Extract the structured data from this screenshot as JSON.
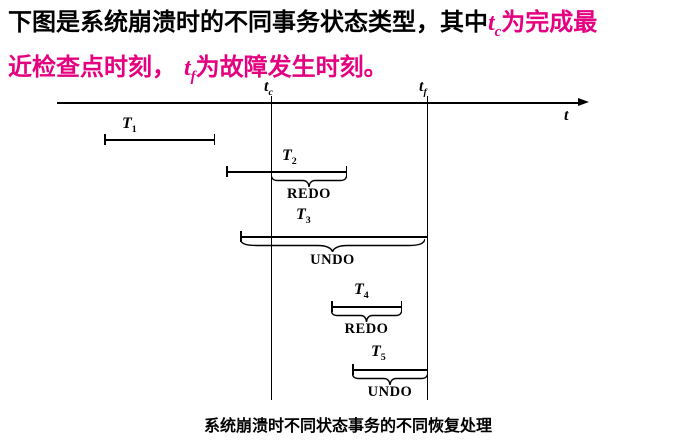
{
  "colors": {
    "accent": "#e5007f",
    "ink": "#000000"
  },
  "header": {
    "part1": "下图是系统崩溃时的不同事务状态类型，其中",
    "var1": "t",
    "var1_sub": "c",
    "part2": "为完成最",
    "part3": "近检查点时刻，",
    "var2": "t",
    "var2_sub": "f",
    "part4": "为故障发生时刻。"
  },
  "diagram": {
    "axis_label": "t",
    "checkpoint_label": "t",
    "checkpoint_sub": "c",
    "failure_label": "t",
    "failure_sub": "f",
    "transactions": [
      {
        "name": "T",
        "sub": "1",
        "action": ""
      },
      {
        "name": "T",
        "sub": "2",
        "action": "REDO"
      },
      {
        "name": "T",
        "sub": "3",
        "action": "UNDO"
      },
      {
        "name": "T",
        "sub": "4",
        "action": "REDO"
      },
      {
        "name": "T",
        "sub": "5",
        "action": "UNDO"
      }
    ]
  },
  "caption": "系统崩溃时不同状态事务的不同恢复处理"
}
